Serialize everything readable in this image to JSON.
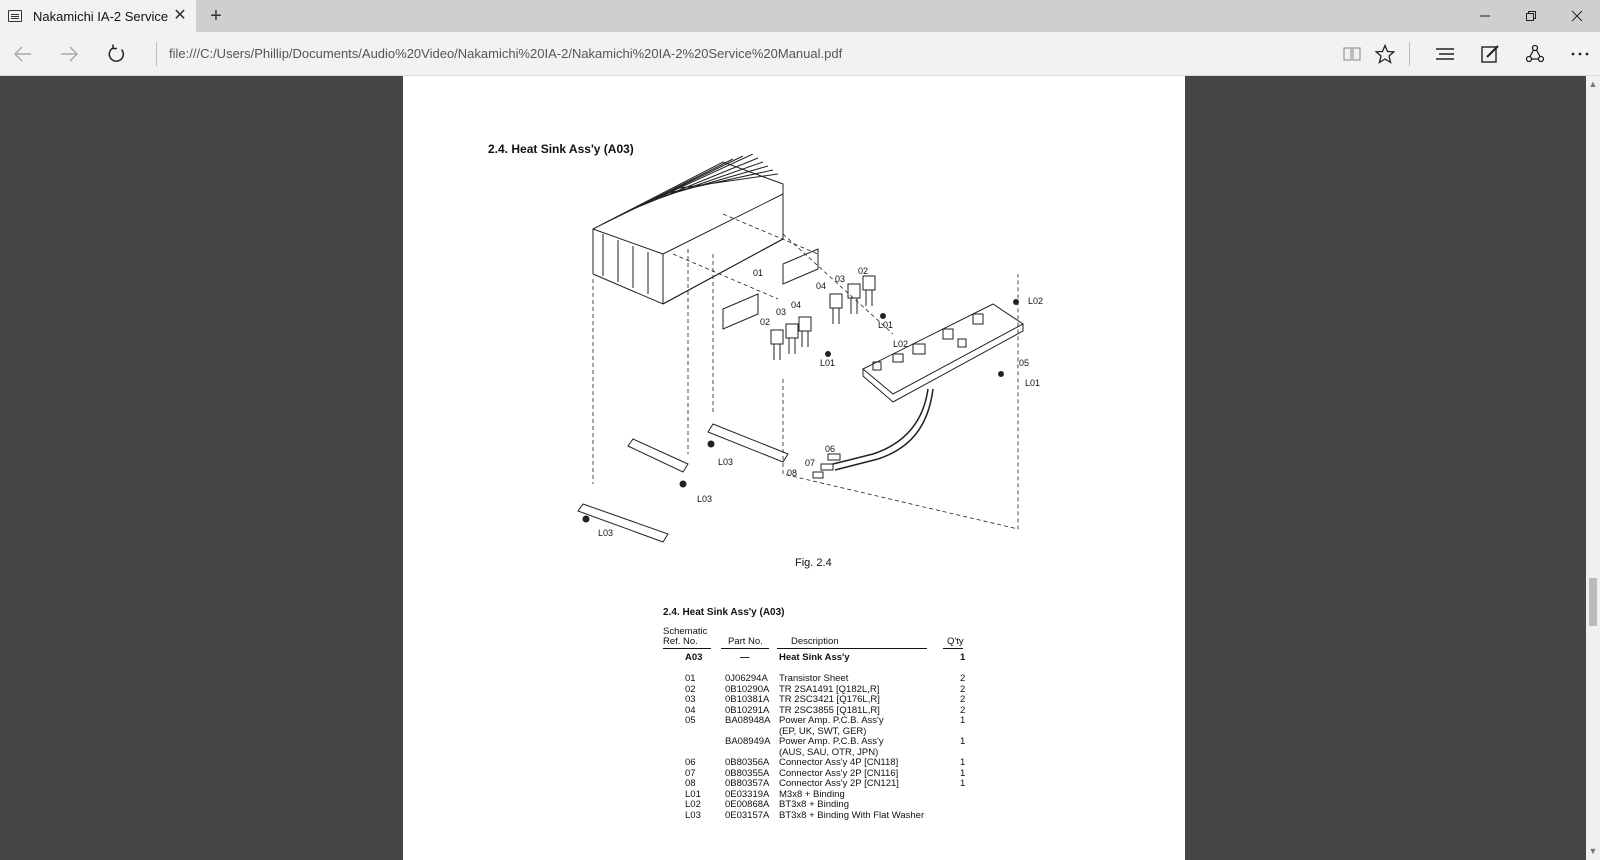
{
  "window": {
    "tab_title": "Nakamichi IA-2 Service",
    "tab_icon": "pdf-icon",
    "new_tab_label": "+",
    "minimize": "—",
    "restore": "❐",
    "close": "✕"
  },
  "navbar": {
    "url": "file:///C:/Users/Phillip/Documents/Audio%20Video/Nakamichi%20IA-2/Nakamichi%20IA-2%20Service%20Manual.pdf",
    "icons": [
      "back-icon",
      "forward-icon",
      "refresh-icon",
      "reading-view-icon",
      "favorite-star-icon",
      "hub-icon",
      "web-note-icon",
      "share-icon",
      "more-icon"
    ]
  },
  "document": {
    "section_heading": "2.4. Heat Sink Ass'y (A03)",
    "figure_caption": "Fig. 2.4",
    "diagram_labels": {
      "o1": "01",
      "o2a": "02",
      "o3a": "03",
      "o4a": "04",
      "o2b": "02",
      "o3b": "03",
      "o4b": "04",
      "o5": "05",
      "o6": "06",
      "o7": "07",
      "o8": "08",
      "l01a": "L01",
      "l01b": "L01",
      "l01c": "L01",
      "l02a": "L02",
      "l02b": "L02",
      "l03a": "L03",
      "l03b": "L03",
      "l03c": "L03"
    },
    "parts_list": {
      "title": "2.4. Heat Sink Ass'y (A03)",
      "headers": {
        "ref_line1": "Schematic",
        "ref_line2": "Ref. No.",
        "part": "Part No.",
        "desc": "Description",
        "qty": "Q'ty"
      },
      "main_row": {
        "ref": "A03",
        "part": "—",
        "desc": "Heat Sink Ass'y",
        "qty": "1"
      },
      "rows": [
        {
          "ref": "01",
          "part": "0J06294A",
          "desc": "Transistor Sheet",
          "qty": "2"
        },
        {
          "ref": "02",
          "part": "0B10290A",
          "desc": "TR  2SA1491 [Q182L,R]",
          "qty": "2"
        },
        {
          "ref": "03",
          "part": "0B10381A",
          "desc": "TR  2SC3421 [Q176L,R]",
          "qty": "2"
        },
        {
          "ref": "04",
          "part": "0B10291A",
          "desc": "TR  2SC3855 [Q181L,R]",
          "qty": "2"
        },
        {
          "ref": "05",
          "part": "BA08948A",
          "desc": "Power Amp. P.C.B. Ass'y",
          "qty": "1"
        },
        {
          "ref": "",
          "part": "",
          "desc": "(EP, UK, SWT, GER)",
          "qty": ""
        },
        {
          "ref": "",
          "part": "BA08949A",
          "desc": "Power Amp. P.C.B. Ass'y",
          "qty": "1"
        },
        {
          "ref": "",
          "part": "",
          "desc": "(AUS, SAU, OTR, JPN)",
          "qty": ""
        },
        {
          "ref": "06",
          "part": "0B80356A",
          "desc": "Connector Ass'y 4P [CN118]",
          "qty": "1"
        },
        {
          "ref": "07",
          "part": "0B80355A",
          "desc": "Connector Ass'y 2P [CN116]",
          "qty": "1"
        },
        {
          "ref": "08",
          "part": "0B80357A",
          "desc": "Connector Ass'y 2P [CN121]",
          "qty": "1"
        },
        {
          "ref": "L01",
          "part": "0E03319A",
          "desc": "M3x8 + Binding",
          "qty": ""
        },
        {
          "ref": "L02",
          "part": "0E00868A",
          "desc": "BT3x8 + Binding",
          "qty": ""
        },
        {
          "ref": "L03",
          "part": "0E03157A",
          "desc": "BT3x8 + Binding With Flat Washer",
          "qty": ""
        }
      ]
    }
  }
}
